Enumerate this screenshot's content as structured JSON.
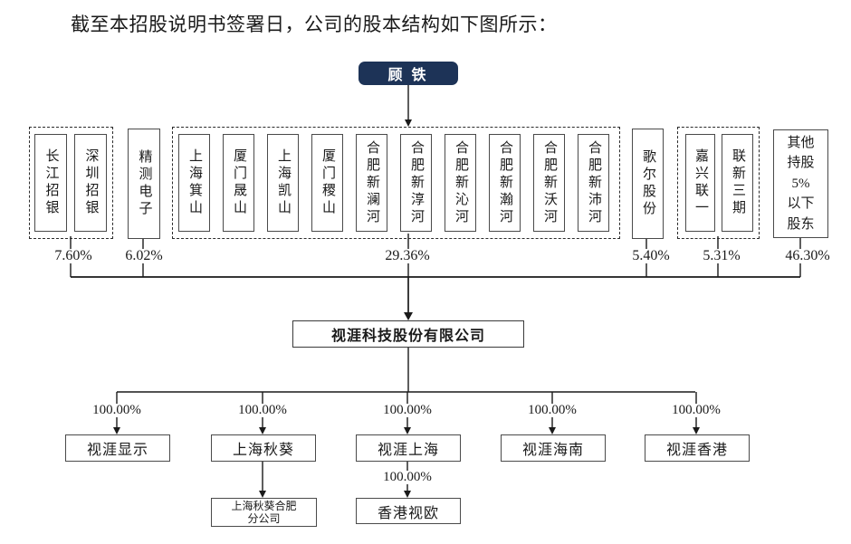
{
  "title": "截至本招股说明书签署日，公司的股本结构如下图所示：",
  "controller": {
    "name": "顾 铁"
  },
  "shareholder_groups": [
    {
      "members": [
        "长江招银",
        "深圳招银"
      ],
      "pct": "7.60%"
    },
    {
      "members": [
        "精测电子"
      ],
      "pct": "6.02%"
    },
    {
      "members": [
        "上海箕山",
        "厦门晟山",
        "上海凯山",
        "厦门稷山",
        "合肥新澜河",
        "合肥新淳河",
        "合肥新沁河",
        "合肥新瀚河",
        "合肥新沃河",
        "合肥新沛河"
      ],
      "pct": "29.36%"
    },
    {
      "members": [
        "歌尔股份"
      ],
      "pct": "5.40%"
    },
    {
      "members": [
        "嘉兴联一",
        "联新三期"
      ],
      "pct": "5.31%"
    },
    {
      "members": [
        "其他持股5%以下股东"
      ],
      "pct": "46.30%"
    }
  ],
  "company": {
    "name": "视涯科技股份有限公司"
  },
  "subsidiaries": [
    {
      "name": "视涯显示",
      "pct": "100.00%"
    },
    {
      "name": "上海秋葵",
      "pct": "100.00%"
    },
    {
      "name": "视涯上海",
      "pct": "100.00%"
    },
    {
      "name": "视涯海南",
      "pct": "100.00%"
    },
    {
      "name": "视涯香港",
      "pct": "100.00%"
    }
  ],
  "sub_children": [
    {
      "name": "上海秋葵合肥分公司",
      "pct": ""
    },
    {
      "name": "香港视欧",
      "pct": "100.00%"
    }
  ],
  "colors": {
    "controller_bg": "#1d3357",
    "controller_text": "#ffffff",
    "box_border": "#4a4a4a",
    "line": "#1a1a1a"
  }
}
